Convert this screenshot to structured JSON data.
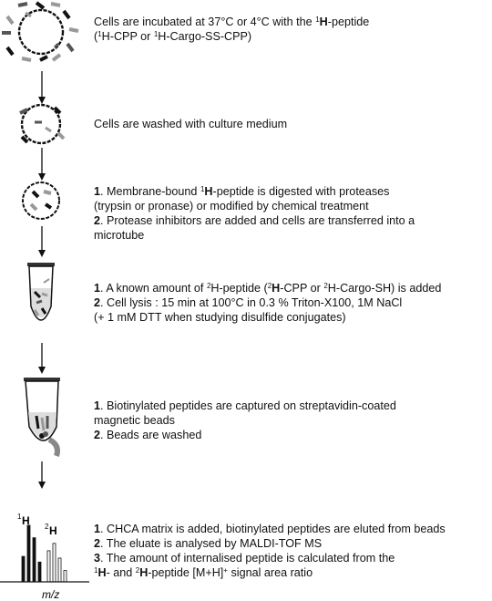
{
  "steps": [
    {
      "lines": [
        [
          "Cells are incubated at 37°C or 4°C with the ",
          {
            "sup": "1"
          },
          {
            "b": "H"
          },
          "-peptide"
        ],
        [
          "(",
          {
            "sup": "1"
          },
          "H-CPP or ",
          {
            "sup": "1"
          },
          "H-Cargo-SS-CPP)"
        ]
      ]
    },
    {
      "lines": [
        [
          "Cells are washed with culture medium"
        ]
      ]
    },
    {
      "lines": [
        [
          {
            "b": "1"
          },
          ". Membrane-bound ",
          {
            "sup": "1"
          },
          {
            "b": "H"
          },
          "-peptide is digested with proteases"
        ],
        [
          "(trypsin or pronase) or modified by chemical treatment"
        ],
        [
          {
            "b": "2"
          },
          ". Protease inhibitors are added and cells are transferred into a"
        ],
        [
          " microtube"
        ]
      ]
    },
    {
      "lines": [
        [
          {
            "b": "1"
          },
          ". A known amount of ",
          {
            "sup": "2"
          },
          "H-peptide (",
          {
            "sup": "2"
          },
          {
            "b": "H"
          },
          "-CPP or ",
          {
            "sup": "2"
          },
          "H-Cargo-SH) is added"
        ],
        [
          {
            "b": "2"
          },
          ". Cell lysis : 15 min at 100°C in 0.3 % Triton-X100, 1M NaCl"
        ],
        [
          " (+ 1 mM DTT when studying disulfide conjugates)"
        ]
      ]
    },
    {
      "lines": [
        [
          {
            "b": "1"
          },
          ". Biotinylated peptides are captured on streptavidin-coated"
        ],
        [
          "magnetic beads"
        ],
        [
          {
            "b": "2"
          },
          ". Beads are washed"
        ]
      ]
    },
    {
      "lines": [
        [
          {
            "b": "1"
          },
          ". CHCA matrix is added, biotinylated peptides are eluted from beads"
        ],
        [
          {
            "b": "2"
          },
          ". The eluate is analysed by MALDI-TOF MS"
        ],
        [
          {
            "b": "3"
          },
          ". The amount of internalised peptide is calculated from the"
        ],
        [
          {
            "sup": "1"
          },
          {
            "b": "H"
          },
          "- and ",
          {
            "sup": "2"
          },
          {
            "b": "H"
          },
          "-peptide [M+H]",
          {
            "sup": "+"
          },
          " signal area ratio"
        ]
      ]
    }
  ],
  "spectrum": {
    "label_1h": "H",
    "label_1h_sup": "1",
    "label_2h": "H",
    "label_2h_sup": "2",
    "x_axis_label": "m/z",
    "peaks_1h": [
      0.45,
      1.0,
      0.78,
      0.35
    ],
    "peaks_2h": [
      0.55,
      0.68,
      0.42,
      0.2
    ]
  }
}
